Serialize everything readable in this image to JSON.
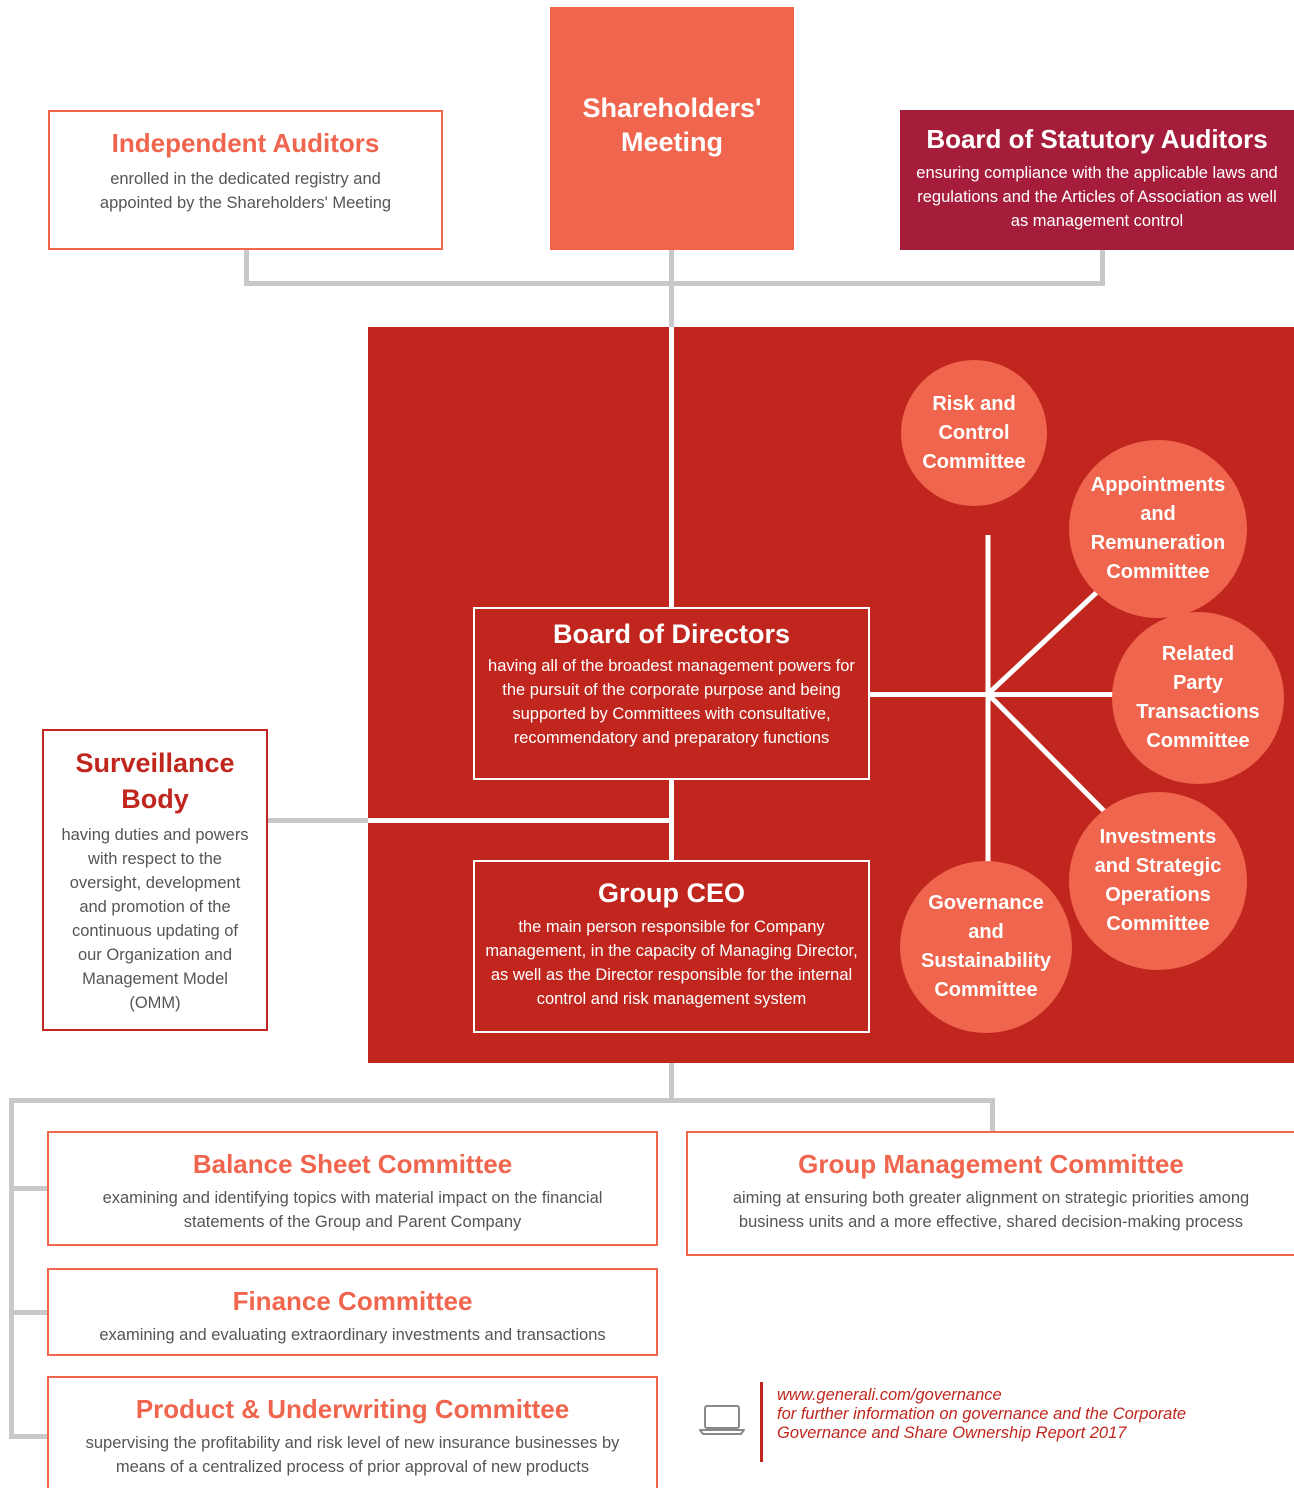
{
  "colors": {
    "salmon": "#f0654d",
    "red": "#c0261e",
    "burgundy": "#a51d3a",
    "connector": "#c8c8c8"
  },
  "shareholders": {
    "title": "Shareholders' Meeting"
  },
  "independent_auditors": {
    "title": "Independent Auditors",
    "desc": "enrolled in the dedicated registry and appointed by the Shareholders' Meeting"
  },
  "statutory_auditors": {
    "title": "Board of Statutory Auditors",
    "desc": "ensuring compliance with the applicable laws and regulations and the Articles of Association as well as management control"
  },
  "board_of_directors": {
    "title": "Board of Directors",
    "desc": "having all of the broadest management powers for the pursuit of the corporate purpose and being supported by Committees with consultative, recommendatory and preparatory functions"
  },
  "group_ceo": {
    "title": "Group CEO",
    "desc": "the main person responsible for Company management, in the capacity of Managing Director, as well as the Director responsible for the internal control and risk management system"
  },
  "surveillance_body": {
    "title": "Surveillance Body",
    "desc": "having duties and powers with respect to the oversight, development and promotion of the continuous updating of our Organization and Management Model (OMM)"
  },
  "committees": [
    {
      "label": "Risk and\nControl\nCommittee"
    },
    {
      "label": "Appointments\nand\nRemuneration\nCommittee"
    },
    {
      "label": "Related\nParty\nTransactions\nCommittee"
    },
    {
      "label": "Investments\nand Strategic\nOperations\nCommittee"
    },
    {
      "label": "Governance\nand\nSustainability\nCommittee"
    }
  ],
  "management_committees": {
    "balance_sheet": {
      "title": "Balance Sheet Committee",
      "desc": "examining and identifying topics with material impact on the financial statements of the Group and Parent Company"
    },
    "finance": {
      "title": "Finance Committee",
      "desc": "examining and evaluating extraordinary investments and transactions"
    },
    "product_underwriting": {
      "title": "Product & Underwriting Committee",
      "desc": "supervising the profitability and risk level of new insurance businesses by means of a centralized process of prior approval of new products"
    },
    "group_management": {
      "title": "Group Management Committee",
      "desc": "aiming at ensuring both greater alignment on strategic priorities among business units and a more effective, shared decision-making process"
    }
  },
  "footer_note": {
    "icon": "laptop-icon",
    "url": "www.generali.com/governance",
    "text": "for further information on governance and the Corporate Governance and Share Ownership Report 2017"
  }
}
